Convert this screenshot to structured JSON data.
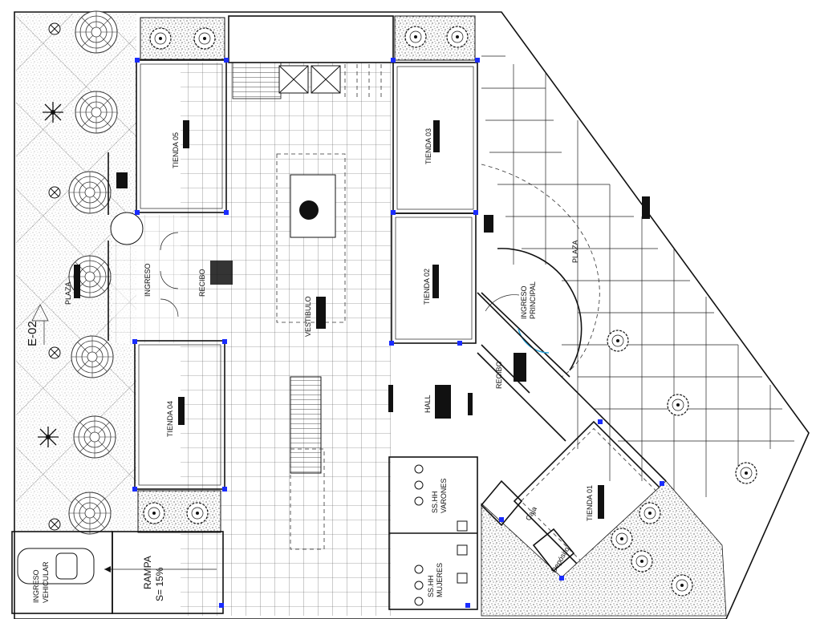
{
  "labels": {
    "tienda05": "TIENDA 05",
    "tienda04": "TIENDA 04",
    "tienda03": "TIENDA 03",
    "tienda02": "TIENDA 02",
    "tienda01": "TIENDA 01",
    "ingreso": "INGRESO",
    "recibo_left": "RECIBO",
    "vestibulo": "VESTIBULO",
    "hall": "HALL",
    "recibo_right": "RECIBO",
    "ingreso_principal_1": "INGRESO",
    "ingreso_principal_2": "PRINCIPAL",
    "plaza_right": "PLAZA",
    "plaza_left": "PLAZA",
    "ingreso_vehicular_1": "INGRESO",
    "ingreso_vehicular_2": "VEHICULAR",
    "rampa_1": "RAMPA",
    "rampa_2": "S= 15%",
    "section": "E-02",
    "ss_varones_1": "SS.HH",
    "ss_varones_2": "VARONES",
    "ss_mujeres_1": "SS.HH",
    "ss_mujeres_2": "MUJERES",
    "caja": "Caja",
    "deposito": "Depósito"
  },
  "colors": {
    "line": "#111111",
    "column": "#1a2cff",
    "door_arc": "#29a8e0"
  }
}
